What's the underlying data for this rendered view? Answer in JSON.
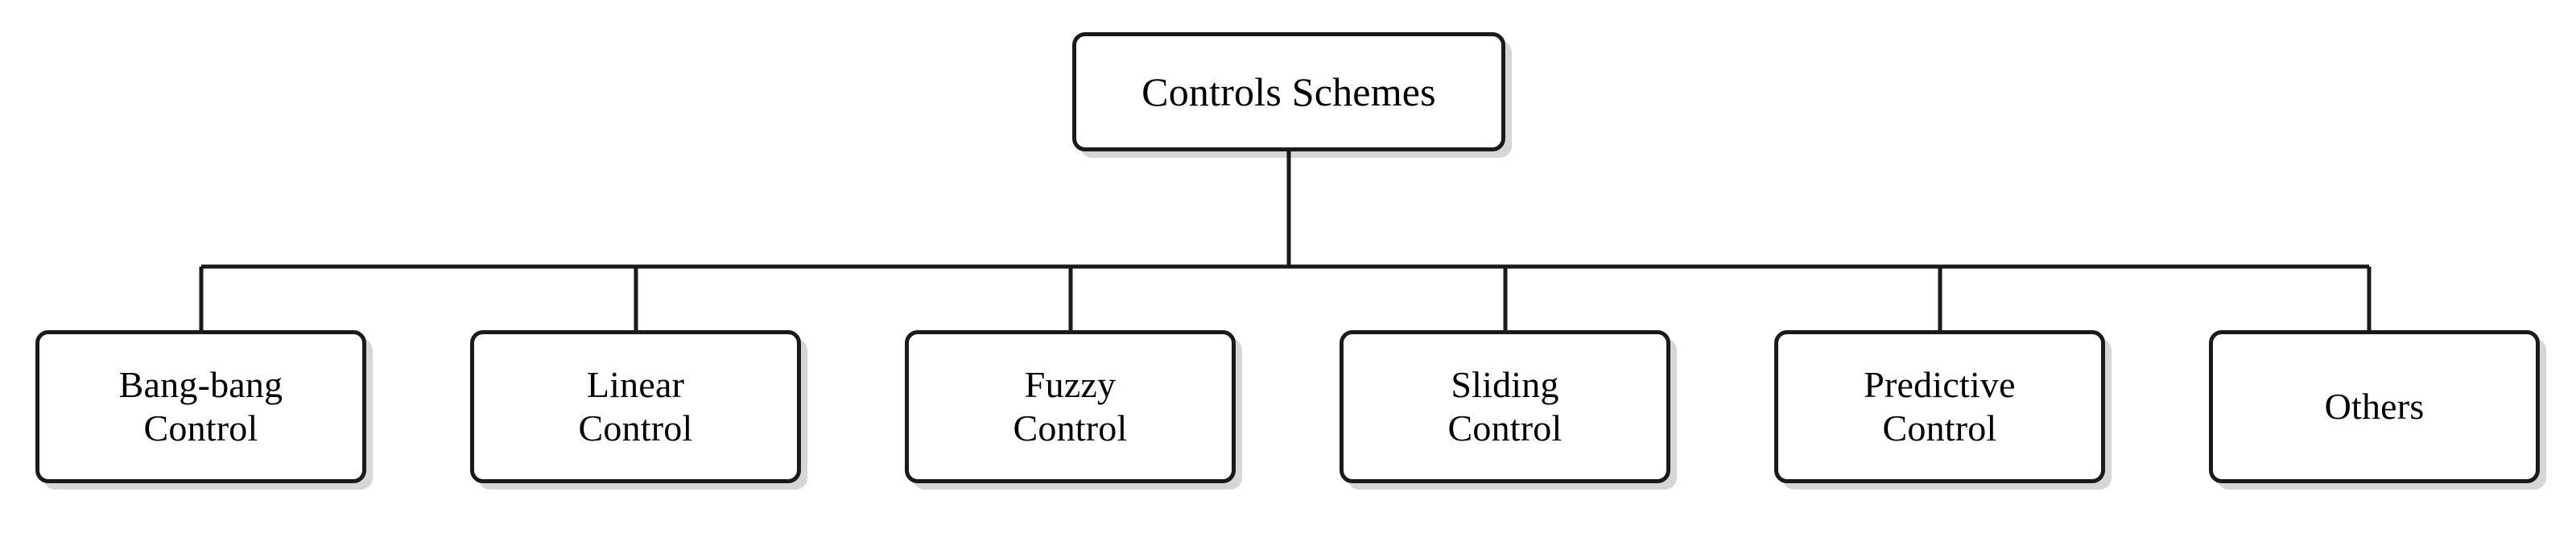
{
  "diagram": {
    "title": "Controls Schemes",
    "type": "tree-hierarchy",
    "orientation": "top-down",
    "colors": {
      "background": "#ffffff",
      "node_fill": "#ffffff",
      "node_stroke": "#1a1a1a",
      "connector": "#1a1a1a",
      "shadow": "#d4d4d4",
      "text": "#000000"
    },
    "root": {
      "id": "controls-schemes",
      "label": "Controls Schemes"
    },
    "children": [
      {
        "id": "bang-bang-control",
        "label": "Bang-bang\nControl"
      },
      {
        "id": "linear-control",
        "label": "Linear\nControl"
      },
      {
        "id": "fuzzy-control",
        "label": "Fuzzy\nControl"
      },
      {
        "id": "sliding-control",
        "label": "Sliding\nControl"
      },
      {
        "id": "predictive-control",
        "label": "Predictive\nControl"
      },
      {
        "id": "others",
        "label": "Others"
      }
    ]
  }
}
